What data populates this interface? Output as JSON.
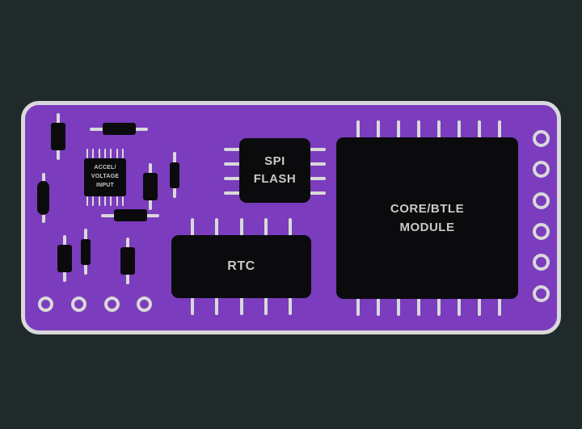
{
  "colors": {
    "background": "#212a2b",
    "board": "#7b3cbe",
    "outline": "#d9d9d9",
    "chip": "#0b0b0d",
    "label": "#c9c9c9"
  },
  "chips": {
    "accel": {
      "label": "ACCEL/\nVOLTAGE\nINPUT"
    },
    "spi_flash": {
      "label": "SPI\nFLASH"
    },
    "rtc": {
      "label": "RTC"
    },
    "core_btle": {
      "label": "CORE/BTLE\nMODULE"
    }
  }
}
